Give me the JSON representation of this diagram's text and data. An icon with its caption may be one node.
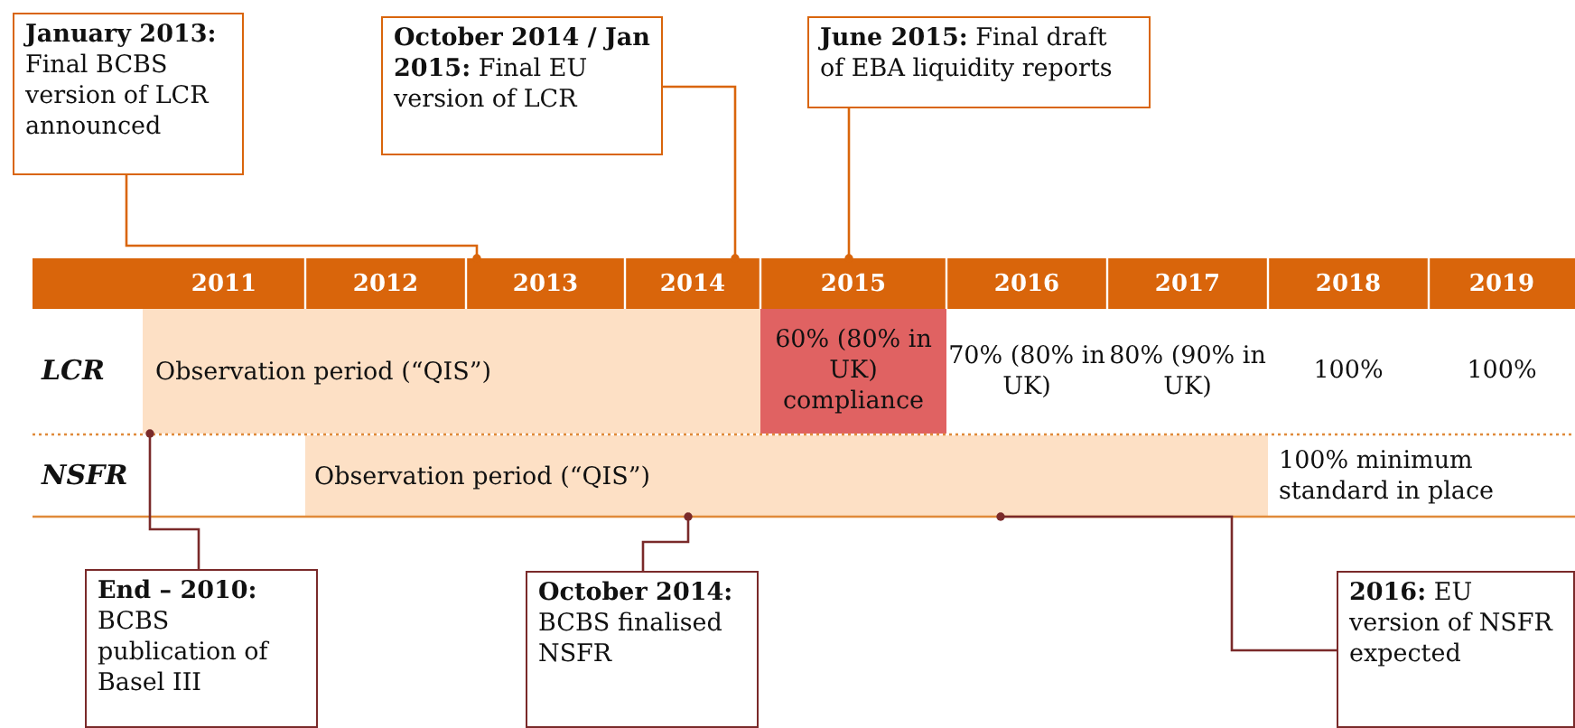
{
  "diagram": {
    "nodes": [
      {
        "text": [
          "**January 2013:** Final BCBS version of LCR announced"
        ]
      },
      {
        "text": [
          "**October 2014 / Jan 2015:** Final EU version of LCR"
        ]
      },
      {
        "text": [
          "**June 2015:** Final draft of EBA liquidity reports"
        ]
      },
      {
        "text": [
          "**End – 2010:** BCBS publication of Basel III"
        ]
      },
      {
        "text": [
          "**October 2014:** BCBS finalised NSFR"
        ]
      },
      {
        "text": [
          "**2016:** EU version of NSFR expected"
        ]
      },
      {
        "text": [],
        "shape": "bar"
      },
      {
        "text": [
          "Observation period (“QIS”)"
        ]
      },
      {
        "text": [
          "60% (80% in UK) compliance"
        ]
      },
      {
        "text": [
          "Observation period (“QIS”)"
        ]
      }
    ],
    "edges": [
      {
        "from": 0,
        "to": 6,
        "arrow": "other"
      },
      {
        "from": 1,
        "to": 6,
        "arrow": "other"
      },
      {
        "from": 2,
        "to": 6,
        "arrow": "other"
      },
      {
        "from": 3,
        "to": 7,
        "arrow": "other",
        "color": "#7a2a2a"
      },
      {
        "from": 4,
        "to": 9,
        "arrow": "other",
        "color": "#7a2a2a"
      },
      {
        "from": 5,
        "to": 9,
        "arrow": "other",
        "color": "#7a2a2a"
      }
    ],
    "labels": [
      "2011",
      "2012",
      "2013",
      "2014",
      "2015",
      "2016",
      "2017",
      "2018",
      "2019",
      "LCR",
      "70% (80% in UK)",
      "80% (90% in UK)",
      "100%",
      "100%",
      "NSFR",
      "100% minimum standard in place"
    ]
  }
}
